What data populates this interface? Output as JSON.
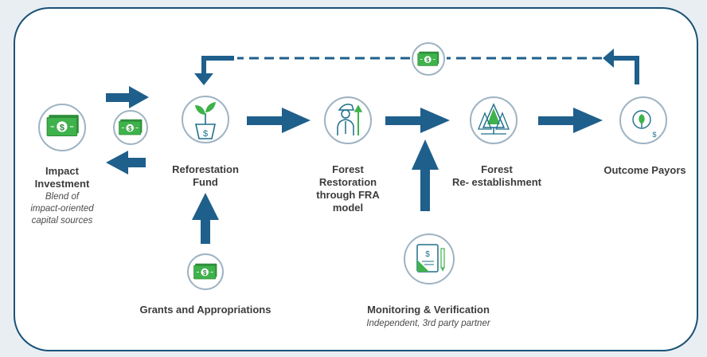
{
  "colors": {
    "background": "#e9eef3",
    "panel": "#ffffff",
    "border": "#1a5276",
    "arrow": "#1f5f8b",
    "icon_circle_border": "#9fb3c2",
    "money_green": "#3fb24b",
    "icon_teal": "#1f6f8b"
  },
  "nodes": {
    "impact_investment": {
      "title_line1": "Impact",
      "title_line2": "Investment",
      "note_line1": "Blend of",
      "note_line2": "impact-oriented",
      "note_line3": "capital sources",
      "icon": "cash-icon"
    },
    "reforestation_fund": {
      "title_line1": "Reforestation",
      "title_line2": "Fund",
      "icon": "plant-pot-dollar-icon"
    },
    "forest_restoration": {
      "title_line1": "Forest",
      "title_line2": "Restoration",
      "title_line3": "through FRA",
      "title_line4": "model",
      "icon": "forest-worker-icon"
    },
    "forest_reestablishment": {
      "title_line1": "Forest",
      "title_line2": "Re- establishment",
      "icon": "pine-trees-icon"
    },
    "outcome_payors": {
      "title": "Outcome Payors",
      "icon": "payor-cycle-icon"
    },
    "grants": {
      "title": "Grants and Appropriations",
      "icon": "cash-icon"
    },
    "monitoring": {
      "title": "Monitoring & Verification",
      "note": "Independent, 3rd party partner",
      "icon": "document-pen-icon"
    }
  },
  "flow_icons": {
    "investment_cash": "cash-icon",
    "payment_cash": "cash-icon"
  }
}
